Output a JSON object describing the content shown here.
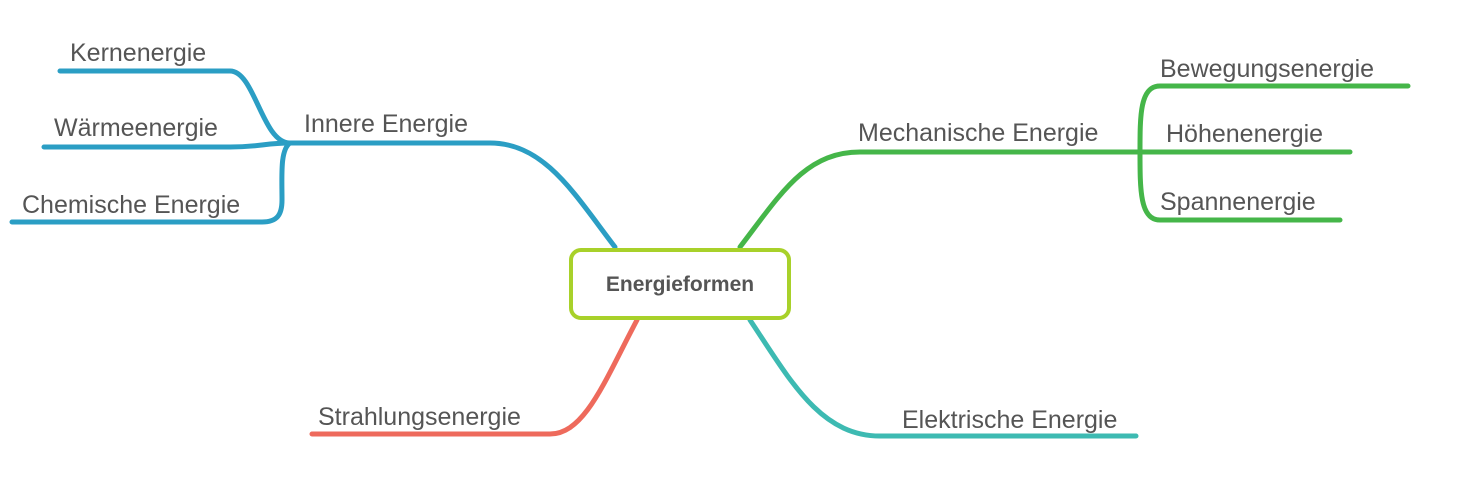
{
  "colors": {
    "center": "#a8d12a",
    "inner": "#2b9ec4",
    "mechanical": "#45b649",
    "radiation": "#ee6a5c",
    "electric": "#3dbab2",
    "text": "#555555"
  },
  "center": {
    "label": "Energieformen"
  },
  "branches": {
    "inner": {
      "label": "Innere Energie",
      "children": [
        "Kernenergie",
        "Wärmeenergie",
        "Chemische Energie"
      ]
    },
    "mechanical": {
      "label": "Mechanische Energie",
      "children": [
        "Bewegungsenergie",
        "Höhenenergie",
        "Spannenergie"
      ]
    },
    "radiation": {
      "label": "Strahlungsenergie"
    },
    "electric": {
      "label": "Elektrische Energie"
    }
  }
}
